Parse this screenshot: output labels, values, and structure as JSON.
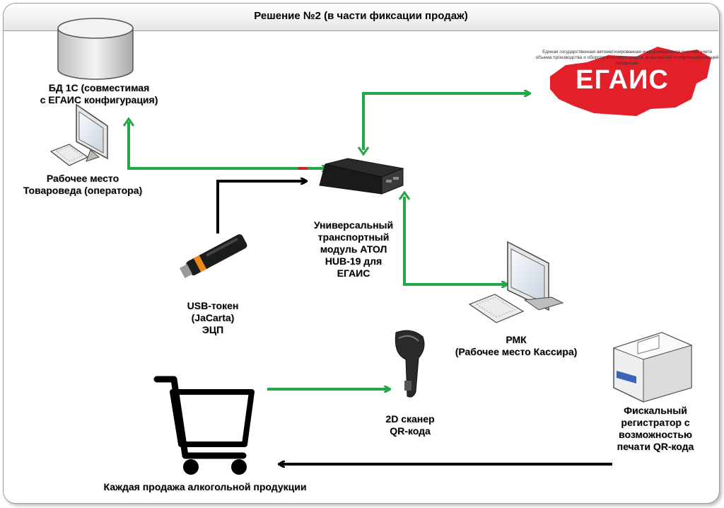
{
  "title": "Решение №2 (в части фиксации продаж)",
  "labels": {
    "db1c": "БД 1С (совместимая\nс ЕГАИС конфигурация)",
    "operator": "Рабочее место\nТовароведа (оператора)",
    "hub": "Универсальный\nтранспортный\nмодуль АТОЛ\nHUB-19 для\nЕГАИС",
    "token": "USB-токен\n(JaCarta)\nЭЦП",
    "rmk": "РМК\n(Рабочее место Кассира)",
    "scanner": "2D сканер\nQR-кода",
    "fiscal": "Фискальный\nрегистратор с\nвозможностью\nпечати QR-кода",
    "sale": "Каждая продажа алкогольной продукции"
  },
  "egais": {
    "logo_text": "ЕГАИС",
    "caption": "Единая государственная автоматизированная информационная система учета объема производства и оборота этилового спирта, алкогольной и спиртосодержащей продукции"
  },
  "colors": {
    "green_arrow": "#22a84a",
    "black_arrow": "#000000",
    "egais_red": "#e3202a"
  },
  "icons": [
    "database-icon",
    "computer-icon",
    "router-icon",
    "usb-token-icon",
    "scanner-icon",
    "printer-icon",
    "cart-icon",
    "russia-map-icon"
  ]
}
